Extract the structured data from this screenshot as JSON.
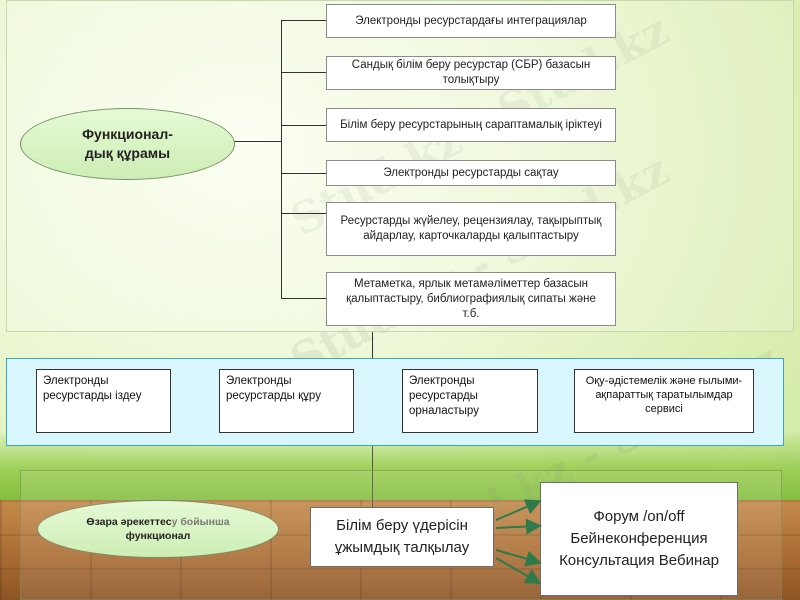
{
  "colors": {
    "ellipse_fill": "#d4f2bf",
    "band_fill": "#d8f6fb",
    "band_border": "#3aa6c4",
    "arrow": "#2f7a4a"
  },
  "composition": {
    "title": "Функционал-\nдық құрамы",
    "items": [
      "Электронды ресурстардағы интеграциялар",
      "Сандық білім беру ресурстар (СБР) базасын толықтыру",
      "Білім беру ресурстарының сараптамалық іріктеуі",
      "Электронды ресурстарды сақтау",
      "Ресурстарды жүйелеу, рецензиялау, тақырыптық айдарлау, карточкаларды қалыптастыру",
      "Метаметка, ярлык метамәліметтер базасын қалыптастыру, библиографиялық сипаты және т.б."
    ]
  },
  "services": [
    "Электронды ресурстарды іздеу",
    "Электронды ресурстарды құру",
    "Электронды ресурстарды орналастыру",
    "Оқу-әдістемелік және ғылыми-ақпараттық таратылымдар сервисі"
  ],
  "interaction": {
    "title_part1": "Өзара әрекеттес",
    "title_part2": "у бойынша",
    "title_line2": "функционал",
    "process": "Білім беру үдерісін ұжымдық талқылау",
    "tools": "Форум /on/off\nБейнеконференция\nКонсультация Вебинар"
  },
  "watermark_text": "Stud.kz - Stud.kz"
}
